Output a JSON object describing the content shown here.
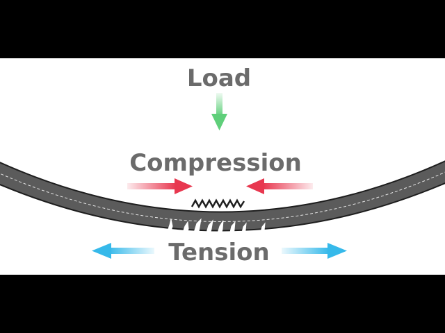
{
  "labels": {
    "load": "Load",
    "compression": "Compression",
    "tension": "Tension"
  },
  "colors": {
    "text": "#6b6b6b",
    "load_arrow": "#5fcf7a",
    "compression_arrow": "#e8374f",
    "tension_arrow": "#36b9ea",
    "beam_fill": "#5b5b5b",
    "beam_outline": "#1e1e1e",
    "letterbox": "#000000",
    "background": "#ffffff"
  }
}
